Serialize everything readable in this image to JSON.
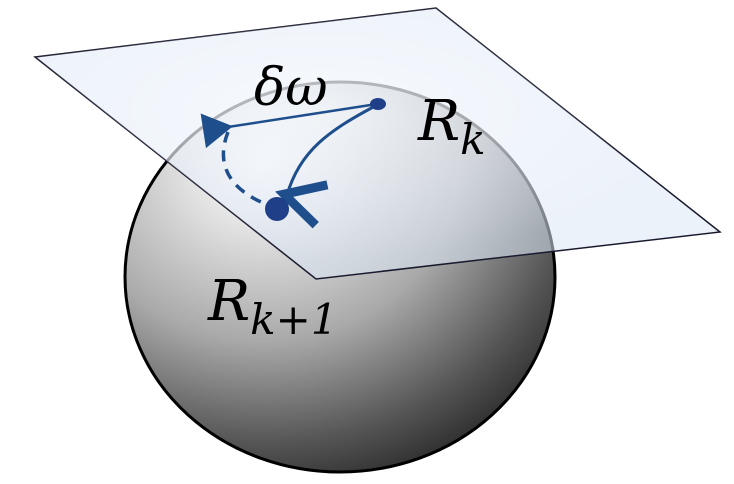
{
  "diagram": {
    "labels": {
      "delta_omega": "δω",
      "r_k_base": "R",
      "r_k_sub": "k",
      "r_k1_base": "R",
      "r_k1_sub": "k+1"
    },
    "colors": {
      "sphere_highlight": "#ffffff",
      "sphere_mid": "#a9a9a9",
      "sphere_shadow": "#111111",
      "plane_fill": "#dce8f5",
      "plane_stroke": "#1a1a2e",
      "arrow": "#1f4e8c",
      "point": "#1f3f88"
    }
  }
}
